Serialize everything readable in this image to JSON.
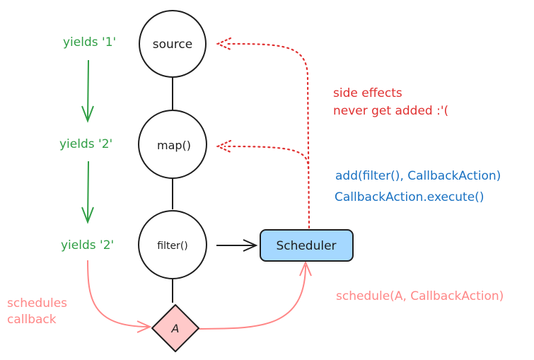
{
  "nodes": {
    "source": "source",
    "map": "map()",
    "filter": "filter()",
    "scheduler": "Scheduler",
    "action": "A"
  },
  "labels": {
    "yields_1": "yields '1'",
    "yields_2a": "yields '2'",
    "yields_2b": "yields '2'",
    "side_effects_line1": "side effects",
    "side_effects_line2": "never get added :'(",
    "add_call": "add(filter(), CallbackAction)",
    "execute_call": "CallbackAction.execute()",
    "schedules_line1": "schedules",
    "schedules_line2": "callback",
    "schedule_call": "schedule(A, CallbackAction)"
  },
  "colors": {
    "green": "#2f9e44",
    "red": "#e03131",
    "blue": "#1971c2",
    "pink": "#ff8787",
    "scheduler_fill": "#a5d8ff",
    "action_fill": "#ffc9c9",
    "stroke": "#1e1e1e"
  }
}
